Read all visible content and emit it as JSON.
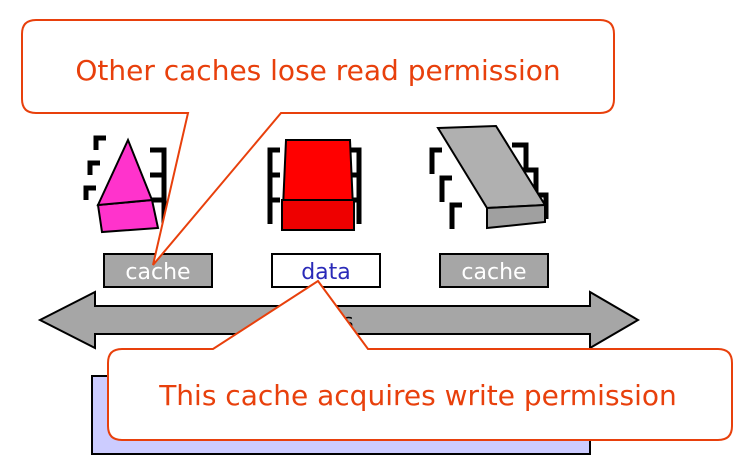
{
  "callouts": {
    "top": "Other caches lose read permission",
    "bottom": "This cache acquires write permission"
  },
  "cache_boxes": [
    {
      "label": "cache",
      "color": "#a6a6a6",
      "text_color": "#ffffff"
    },
    {
      "label": "data",
      "color": "#ffffff",
      "text_color": "#2a2ab8"
    },
    {
      "label": "cache",
      "color": "#a6a6a6",
      "text_color": "#ffffff"
    }
  ],
  "bus": {
    "label_visible_fragment": "s"
  },
  "processors": [
    {
      "icon": "chip-icon",
      "color": "#ff33cc"
    },
    {
      "icon": "chip-icon",
      "color": "#ff0000"
    },
    {
      "icon": "chip-icon",
      "color": "#b0b0b0"
    }
  ],
  "colors": {
    "callout_text": "#e8400c",
    "callout_border": "#e8400c",
    "memory_fill": "#ccccff",
    "bus_fill": "#a6a6a6"
  }
}
